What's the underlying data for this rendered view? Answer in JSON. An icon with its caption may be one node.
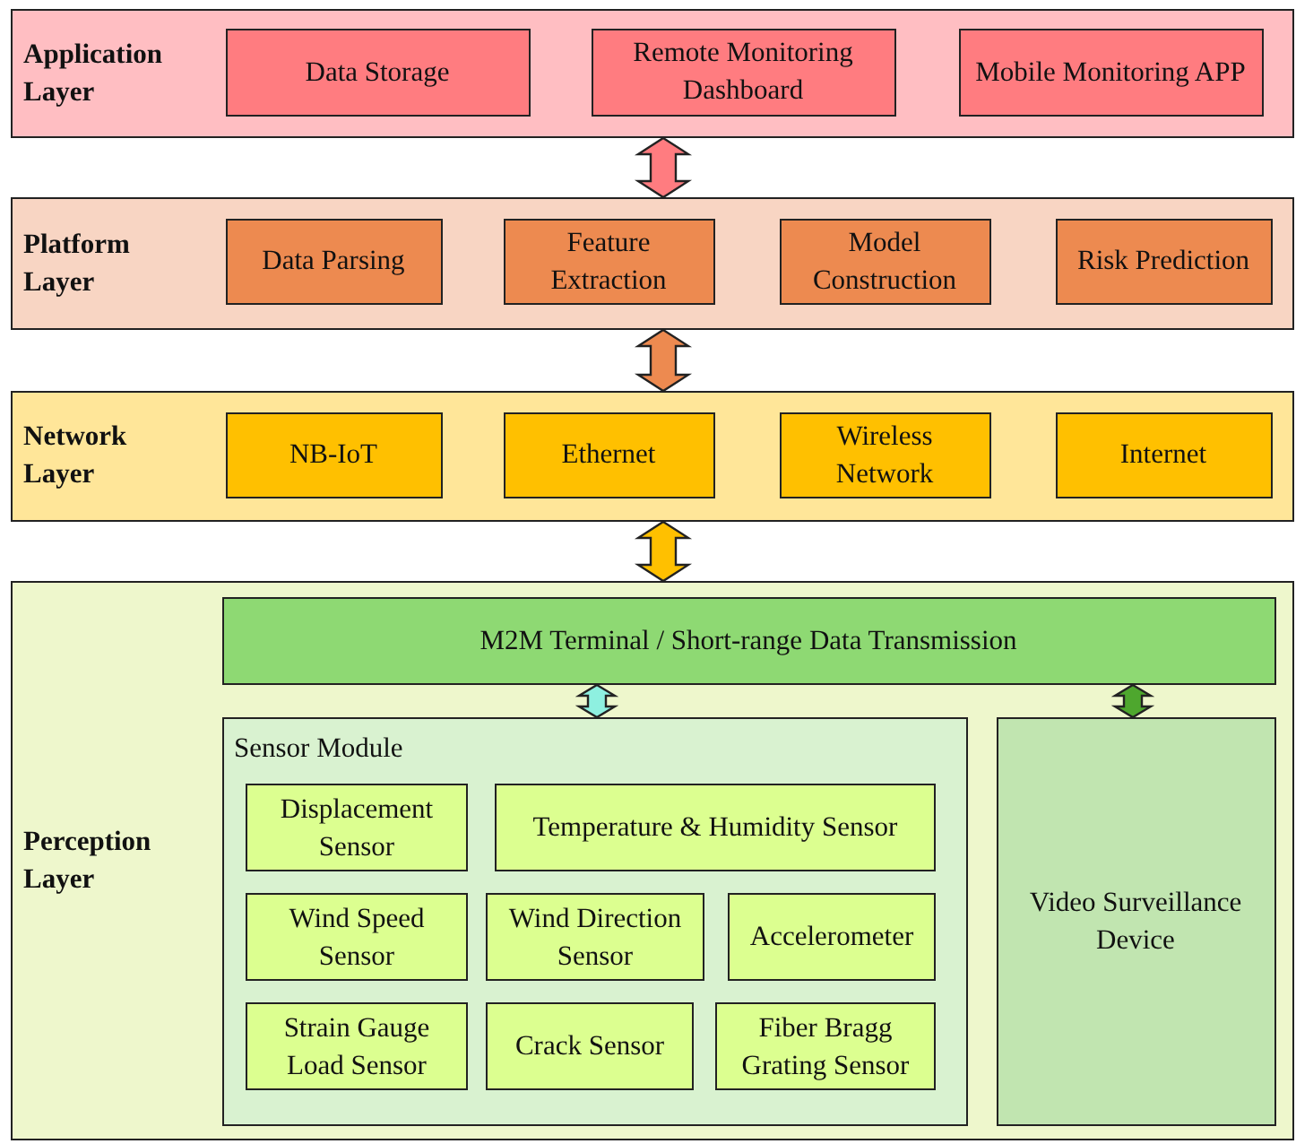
{
  "diagram": {
    "nodes": [
      {
        "text": [
          "Application Layer"
        ]
      },
      {
        "text": [
          "Data Storage"
        ],
        "in": 0
      },
      {
        "text": [
          "Remote Monitoring Dashboard"
        ],
        "in": 0
      },
      {
        "text": [
          "Mobile Monitoring APP"
        ],
        "in": 0
      },
      {
        "text": [
          "Platform Layer"
        ]
      },
      {
        "text": [
          "Data Parsing"
        ],
        "in": 4
      },
      {
        "text": [
          "Feature Extraction"
        ],
        "in": 4
      },
      {
        "text": [
          "Model Construction"
        ],
        "in": 4
      },
      {
        "text": [
          "Risk Prediction"
        ],
        "in": 4
      },
      {
        "text": [
          "Network Layer"
        ]
      },
      {
        "text": [
          "NB-IoT"
        ],
        "in": 9
      },
      {
        "text": [
          "Ethernet"
        ],
        "in": 9
      },
      {
        "text": [
          "Wireless Network"
        ],
        "in": 9
      },
      {
        "text": [
          "Internet"
        ],
        "in": 9
      },
      {
        "text": [
          "Perception Layer"
        ]
      },
      {
        "text": [
          "M2M Terminal / Short-range Data Transmission"
        ],
        "in": 14
      },
      {
        "text": [
          "Sensor Module"
        ],
        "in": 14
      },
      {
        "text": [
          "Displacement Sensor"
        ],
        "in": 16
      },
      {
        "text": [
          "Temperature & Humidity Sensor"
        ],
        "in": 16
      },
      {
        "text": [
          "Wind Speed Sensor"
        ],
        "in": 16
      },
      {
        "text": [
          "Wind Direction Sensor"
        ],
        "in": 16
      },
      {
        "text": [
          "Accelerometer"
        ],
        "in": 16
      },
      {
        "text": [
          "Strain Gauge Load Sensor"
        ],
        "in": 16
      },
      {
        "text": [
          "Crack Sensor"
        ],
        "in": 16
      },
      {
        "text": [
          "Fiber Bragg Grating Sensor"
        ],
        "in": 16
      },
      {
        "text": [
          "Video Surveillance Device"
        ],
        "in": 14
      }
    ],
    "edges": [
      {
        "from": 0,
        "to": 4,
        "arrow": "both",
        "color": "#ff7c80"
      },
      {
        "from": 4,
        "to": 9,
        "arrow": "both",
        "color": "#ed8a50"
      },
      {
        "from": 9,
        "to": 14,
        "arrow": "both",
        "color": "#ffc000"
      },
      {
        "from": 15,
        "to": 16,
        "arrow": "both",
        "color": "#8ef0e0"
      },
      {
        "from": 15,
        "to": 25,
        "arrow": "both",
        "color": "#4ea72e"
      }
    ]
  }
}
